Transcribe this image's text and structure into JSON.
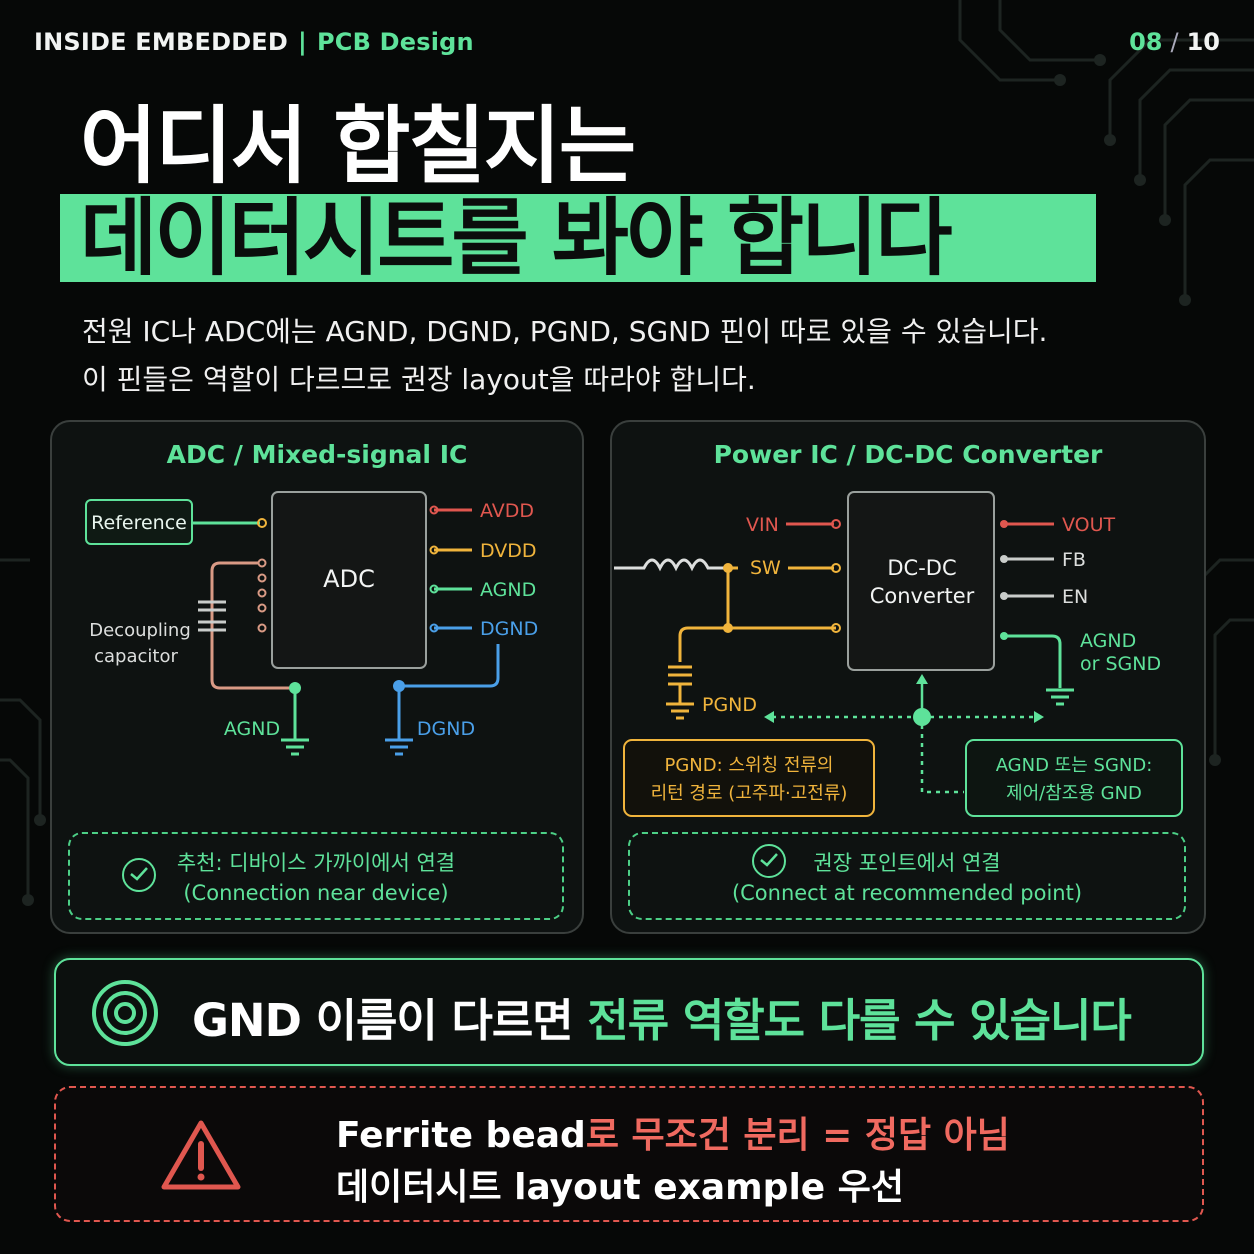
{
  "header": {
    "brand": "INSIDE EMBEDDED",
    "separator": "|",
    "section": "PCB Design",
    "page_current": "08",
    "page_sep": "/",
    "page_total": "10"
  },
  "title": {
    "line1": "어디서 합칠지는",
    "line2": "데이터시트를 봐야 합니다"
  },
  "subtitle": {
    "line1": "전원 IC나 ADC에는 AGND, DGND, PGND, SGND 핀이 따로 있을 수 있습니다.",
    "line2": "이 핀들은 역할이 다르므로 권장 layout을 따라야 합니다."
  },
  "left_panel": {
    "title": "ADC / Mixed-signal IC",
    "reference": "Reference",
    "chip": "ADC",
    "pins": {
      "avdd": "AVDD",
      "dvdd": "DVDD",
      "agnd": "AGND",
      "dgnd": "DGND"
    },
    "cap_label_1": "Decoupling",
    "cap_label_2": "capacitor",
    "gnd_agnd": "AGND",
    "gnd_dgnd": "DGND",
    "note_1": "추천: 디바이스 가까이에서 연결",
    "note_2": "(Connection near device)"
  },
  "right_panel": {
    "title": "Power IC / DC-DC Converter",
    "chip_1": "DC-DC",
    "chip_2": "Converter",
    "pins": {
      "vin": "VIN",
      "sw": "SW",
      "vout": "VOUT",
      "fb": "FB",
      "en": "EN",
      "agnd_1": "AGND",
      "agnd_2": "or SGND"
    },
    "pgnd": "PGND",
    "pgnd_box_1": "PGND: 스위칭 전류의",
    "pgnd_box_2": "리턴 경로 (고주파·고전류)",
    "agnd_box_1": "AGND 또는 SGND:",
    "agnd_box_2": "제어/참조용 GND",
    "note_1": "권장 포인트에서 연결",
    "note_2": "(Connect at recommended point)"
  },
  "gnd_banner": {
    "white": "GND 이름이 다르면 ",
    "green": "전류 역할도 다를 수 있습니다"
  },
  "warning": {
    "l1_white": "Ferrite bead",
    "l1_red": "로 무조건 분리 = 정답 아님",
    "l2": "데이터시트 layout example 우선"
  },
  "colors": {
    "accent": "#5ee29a",
    "red": "#e0574f",
    "amber": "#f0b43c",
    "blue": "#4a9fe8",
    "salmon": "#d99a85"
  }
}
